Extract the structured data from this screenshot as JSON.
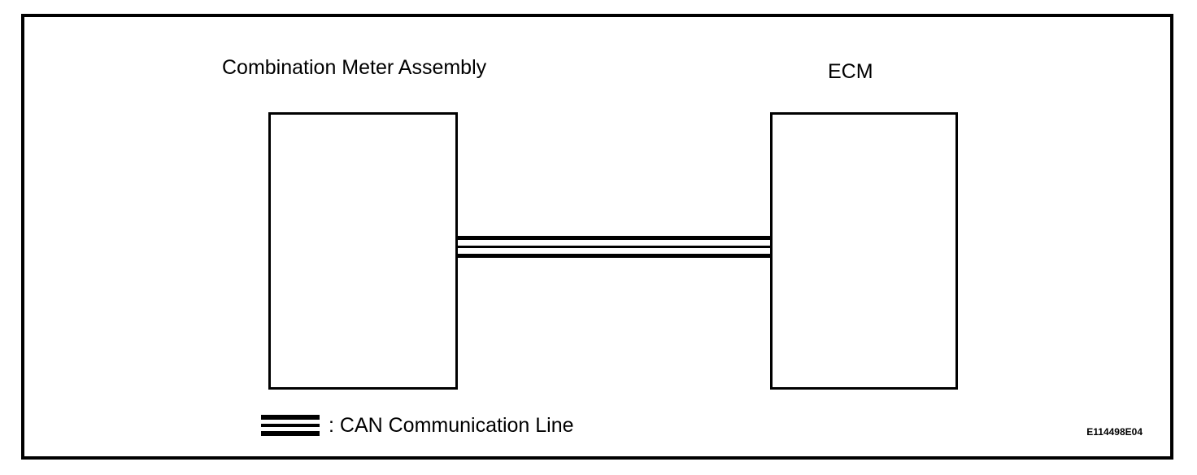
{
  "diagram": {
    "type": "block-diagram",
    "frame": {
      "border_color": "#000000"
    },
    "components": [
      {
        "id": "combination-meter-assembly",
        "label": "Combination Meter Assembly"
      },
      {
        "id": "ecm",
        "label": "ECM"
      }
    ],
    "connections": [
      {
        "id": "can-bus-link",
        "from": "combination-meter-assembly",
        "to": "ecm",
        "symbol": "triple-line",
        "meaning": "CAN Communication Line"
      }
    ],
    "legend": {
      "symbol": "triple-line",
      "text": ": CAN Communication Line"
    },
    "reference_code": "E114498E04"
  }
}
